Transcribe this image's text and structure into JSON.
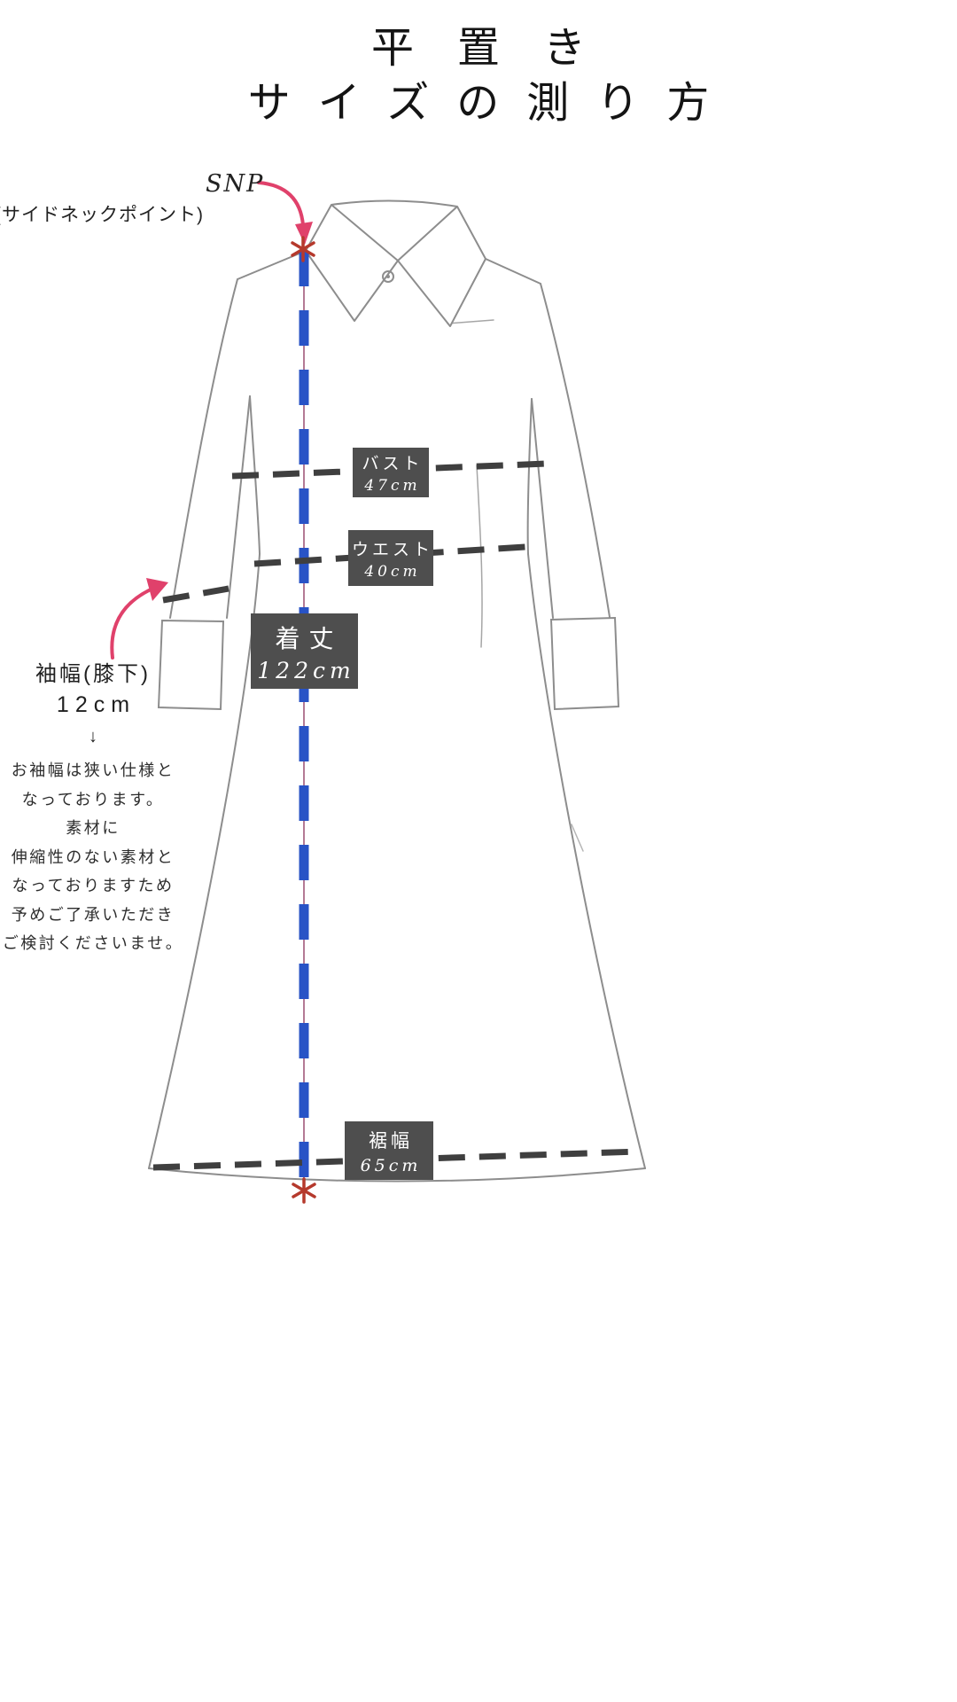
{
  "title": {
    "line1": "平置き",
    "line2": "サイズの測り方"
  },
  "snp": {
    "abbr": "SNP",
    "label": "(サイドネックポイント)"
  },
  "measurements": {
    "bust": {
      "label": "バスト",
      "value": "47cm"
    },
    "waist": {
      "label": "ウエスト",
      "value": "40cm"
    },
    "length": {
      "label": "着丈",
      "value": "122cm"
    },
    "hem": {
      "label": "裾幅",
      "value": "65cm"
    },
    "sleeve": {
      "label": "袖幅(膝下)",
      "value": "12cm",
      "arrow": "↓"
    }
  },
  "sleeve_note_lines": [
    "お袖幅は狭い仕様と",
    "なっております。",
    "素材に",
    "伸縮性のない素材と",
    "なっておりますため",
    "予めご了承いただき",
    "ご検討くださいませ。"
  ],
  "colors": {
    "label_box_bg": "#4e4e4e",
    "label_box_text": "#ffffff",
    "measure_dash_line": "#3f3f3f",
    "center_length_line_blue": "#2853c6",
    "center_thin_line": "#9b4f72",
    "accent_arrow_pink": "#e0416b",
    "asterisk_red": "#b5392c",
    "dress_outline_gray": "#8d8d8d"
  }
}
